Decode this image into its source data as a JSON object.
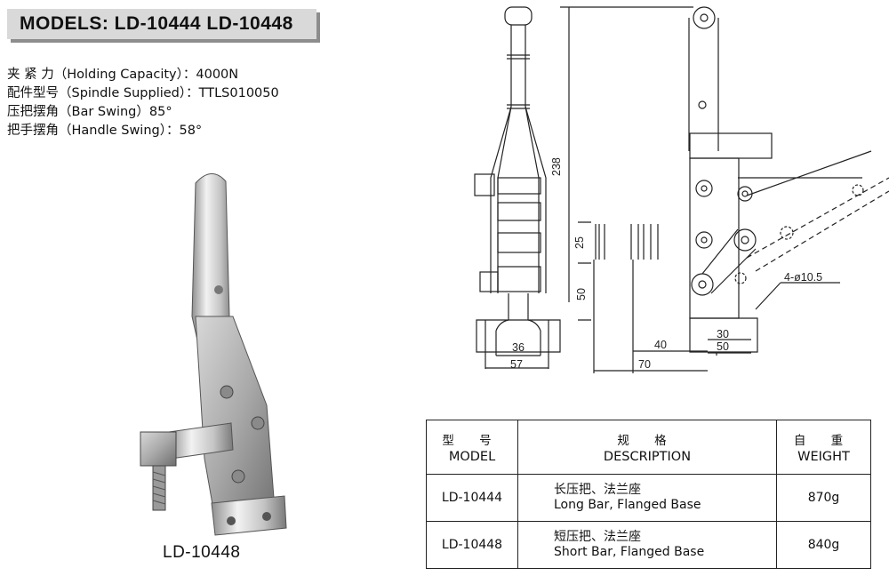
{
  "header": {
    "title": "MODELS: LD-10444   LD-10448"
  },
  "specs": [
    {
      "label": "夹 紧 力（Holding Capacity）：",
      "value": "4000N"
    },
    {
      "label": "配件型号（Spindle Supplied）：",
      "value": "TTLS010050"
    },
    {
      "label": "压把摆角（Bar Swing）",
      "value": "85°"
    },
    {
      "label": "把手摆角（Handle Swing）：",
      "value": "58°"
    }
  ],
  "photo": {
    "caption": "LD-10448"
  },
  "drawing": {
    "dimensions": {
      "height_total": "238",
      "height_25": "25",
      "height_50": "50",
      "width_36": "36",
      "width_57": "57",
      "width_40": "40",
      "width_70": "70",
      "width_30": "30",
      "width_50": "50",
      "holes": "4-ø10.5"
    }
  },
  "table": {
    "headers": [
      {
        "zh": "型 号",
        "en": "MODEL"
      },
      {
        "zh": "规 格",
        "en": "DESCRIPTION"
      },
      {
        "zh": "自 重",
        "en": "WEIGHT"
      }
    ],
    "rows": [
      {
        "model": "LD-10444",
        "desc_zh": "长压把、法兰座",
        "desc_en": "Long Bar, Flanged Base",
        "weight": "870g"
      },
      {
        "model": "LD-10448",
        "desc_zh": "短压把、法兰座",
        "desc_en": "Short Bar, Flanged Base",
        "weight": "840g"
      }
    ]
  }
}
